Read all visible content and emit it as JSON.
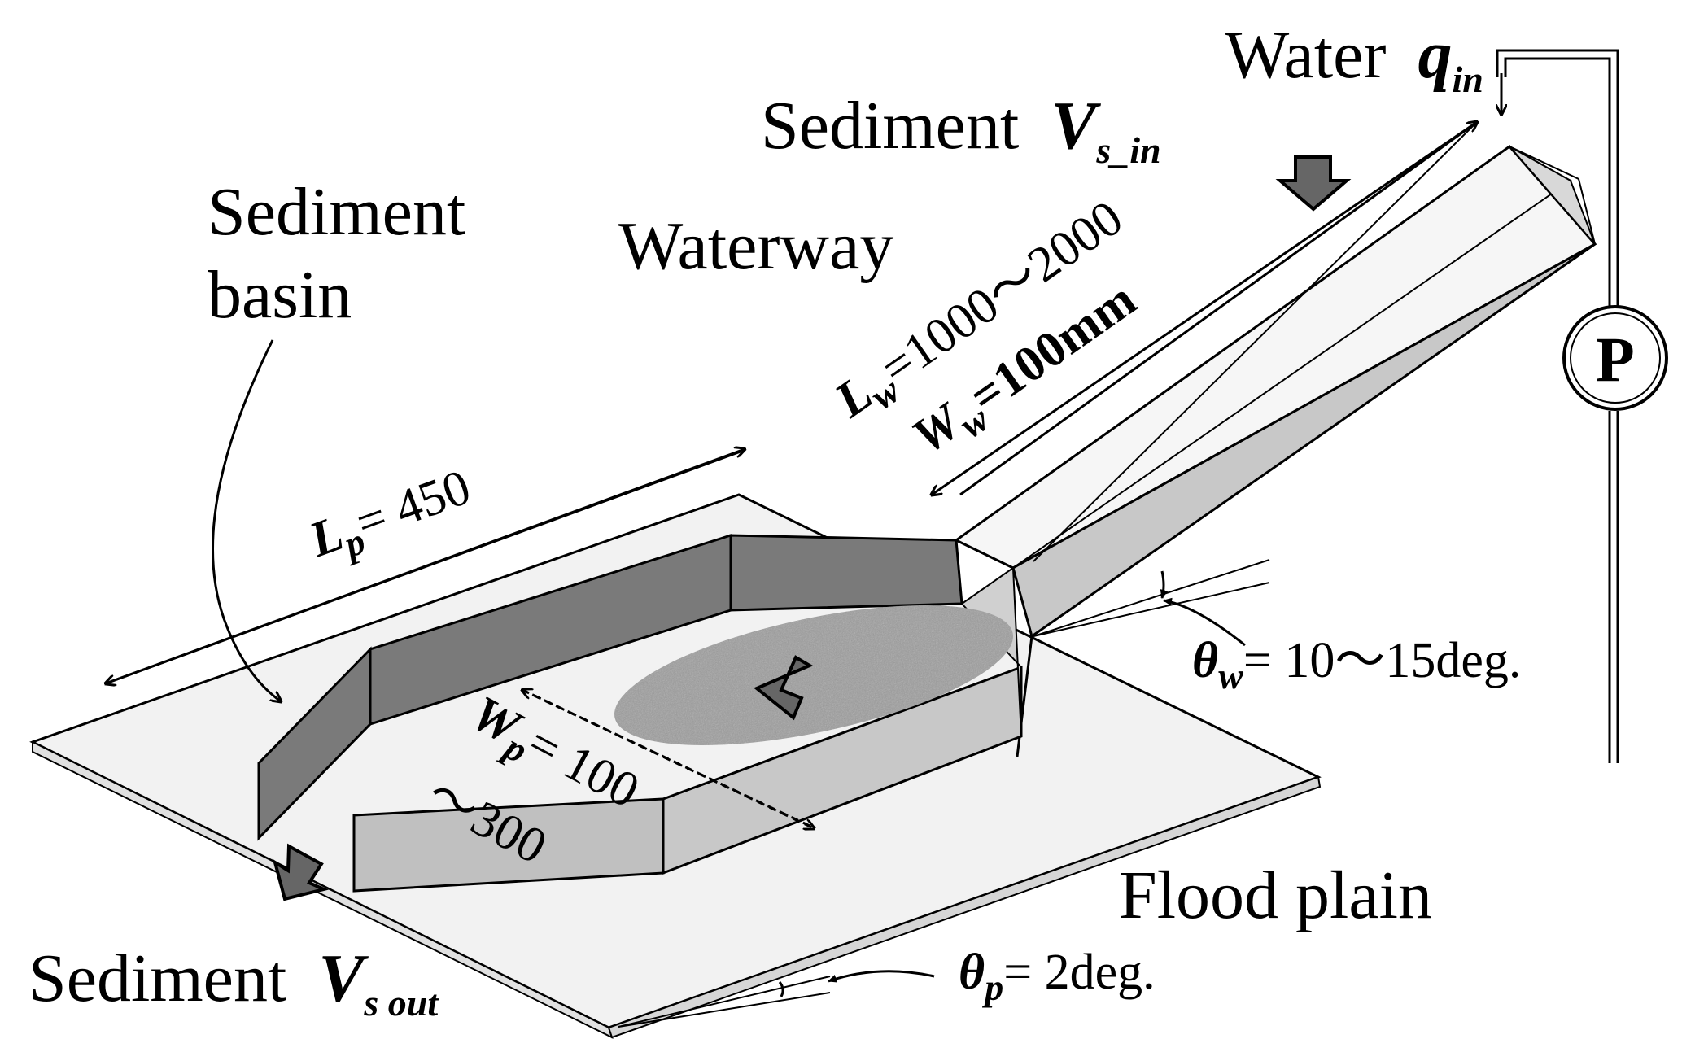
{
  "labels": {
    "water": "Water",
    "water_q": "q",
    "water_q_sub": "in",
    "sediment_in": "Sediment",
    "sediment_in_v": "V",
    "sediment_in_sub": "s_in",
    "sediment_basin_line1": "Sediment",
    "sediment_basin_line2": "basin",
    "waterway": "Waterway",
    "flood_plain": "Flood plain",
    "sediment_out": "Sediment",
    "sediment_out_v": "V",
    "sediment_out_sub": "s out",
    "pump": "P"
  },
  "dimensions": {
    "lw_symbol": "L",
    "lw_sub": "w",
    "lw_value": "=1000～2000",
    "ww_symbol": "W",
    "ww_sub": "w",
    "ww_value": "=100mm",
    "lp_symbol": "L",
    "lp_sub": "p",
    "lp_value": "= 450",
    "wp_symbol": "W",
    "wp_sub": "p",
    "wp_value": "= 100",
    "wp_value2": "～300",
    "theta_w_symbol": "θ",
    "theta_w_sub": "w",
    "theta_w_value": "= 10～15deg.",
    "theta_p_symbol": "θ",
    "theta_p_sub": "p",
    "theta_p_value": "= 2deg."
  },
  "colors": {
    "plain_fill": "#f2f2f2",
    "wall_dark": "#7a7a7a",
    "wall_light": "#c8c8c8",
    "channel_top": "#f6f6f6",
    "arrow_fill": "#666666",
    "sediment_fill": "#9a9a9a"
  }
}
